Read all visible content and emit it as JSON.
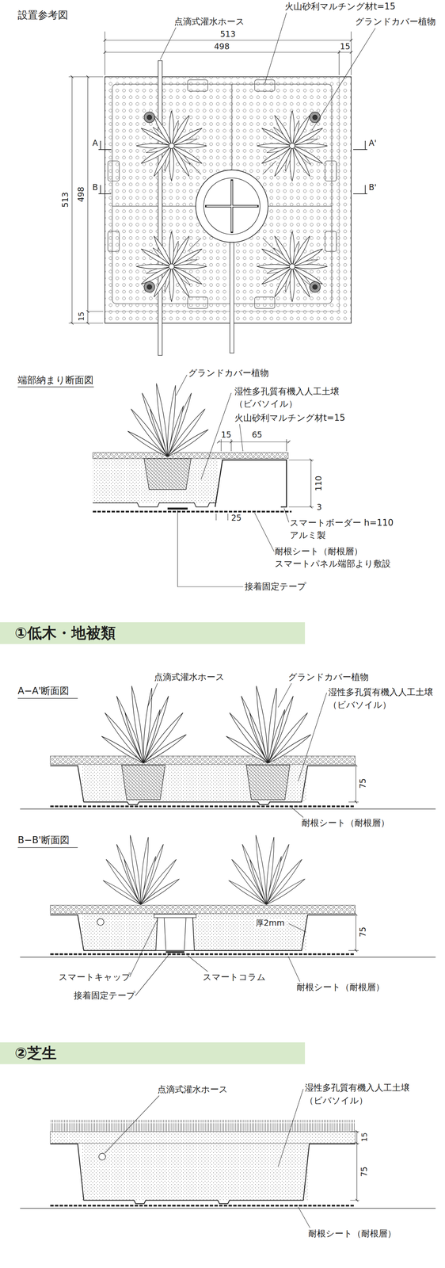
{
  "diagram": {
    "nodes": [
      {
        "text": [
          "①低木・地被類"
        ]
      },
      {
        "text": [
          "②芝生"
        ]
      }
    ],
    "labels": [
      "設置参考図",
      "点滴式灌水ホース",
      "火山砂利マルチング材t=15",
      "グランドカバー植物",
      "513",
      "498",
      "15",
      "A",
      "A'",
      "B",
      "B'",
      "513",
      "498",
      "15",
      "端部納まり断面図",
      "グランドカバー植物",
      "湿性多孔質有機入人工土壌",
      "（ビバソイル）",
      "火山砂利マルチング材t=15",
      "15",
      "65",
      "110",
      "3",
      "25",
      "スマートボーダー h=110",
      "アルミ製",
      "耐根シート（耐根層）",
      "スマートパネル端部より敷設",
      "接着固定テープ",
      "A−A'断面図",
      "点滴式灌水ホース",
      "グランドカバー植物",
      "湿性多孔質有機入人工土壌",
      "（ビバソイル）",
      "75",
      "耐根シート（耐根層）",
      "B−B'断面図",
      "厚2mm",
      "75",
      "スマートキャップ",
      "接着固定テープ",
      "スマートコラム",
      "耐根シート（耐根層）",
      "点滴式灌水ホース",
      "湿性多孔質有機入人工土壌",
      "（ビバソイル）",
      "15",
      "75",
      "耐根シート（耐根層）"
    ]
  }
}
